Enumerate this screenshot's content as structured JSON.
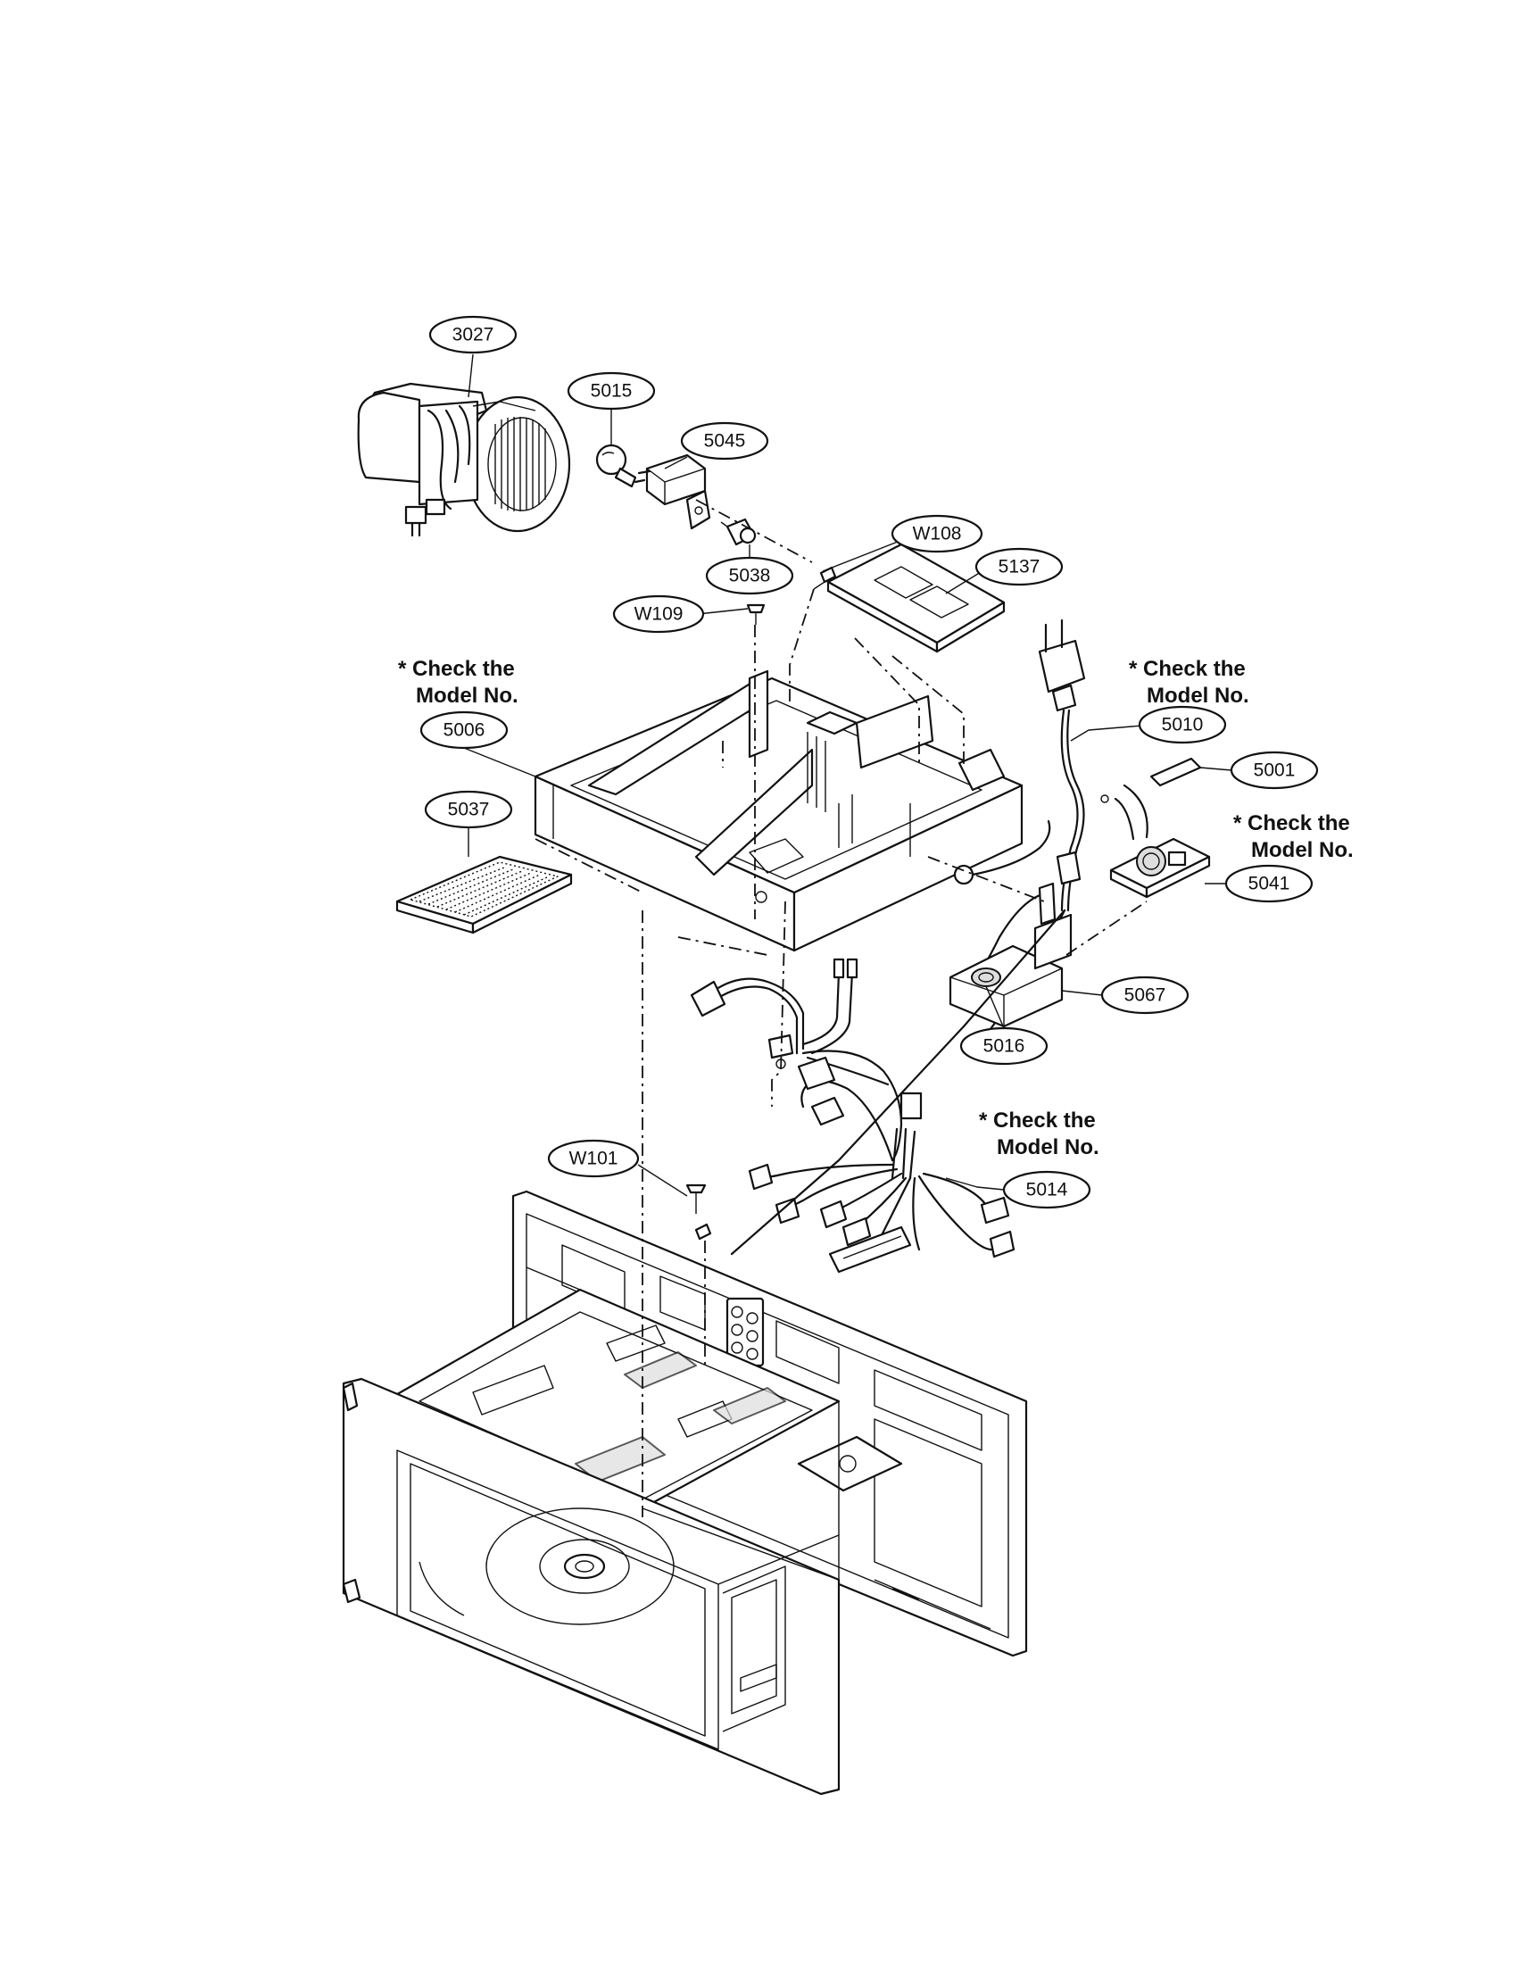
{
  "diagram": {
    "callouts": [
      {
        "id": "3027",
        "label": "3027"
      },
      {
        "id": "5015",
        "label": "5015"
      },
      {
        "id": "5045",
        "label": "5045"
      },
      {
        "id": "W108",
        "label": "W108"
      },
      {
        "id": "5038",
        "label": "5038"
      },
      {
        "id": "5137",
        "label": "5137"
      },
      {
        "id": "W109",
        "label": "W109"
      },
      {
        "id": "5006",
        "label": "5006"
      },
      {
        "id": "5010",
        "label": "5010"
      },
      {
        "id": "5001",
        "label": "5001"
      },
      {
        "id": "5037",
        "label": "5037"
      },
      {
        "id": "5041",
        "label": "5041"
      },
      {
        "id": "5067",
        "label": "5067"
      },
      {
        "id": "5016",
        "label": "5016"
      },
      {
        "id": "W101",
        "label": "W101"
      },
      {
        "id": "5014",
        "label": "5014"
      }
    ],
    "notes": [
      {
        "line1": "* Check the",
        "line2": "Model No."
      },
      {
        "line1": "* Check the",
        "line2": "Model No."
      },
      {
        "line1": "* Check the",
        "line2": "Model No."
      },
      {
        "line1": "* Check the",
        "line2": "Model No."
      }
    ]
  }
}
